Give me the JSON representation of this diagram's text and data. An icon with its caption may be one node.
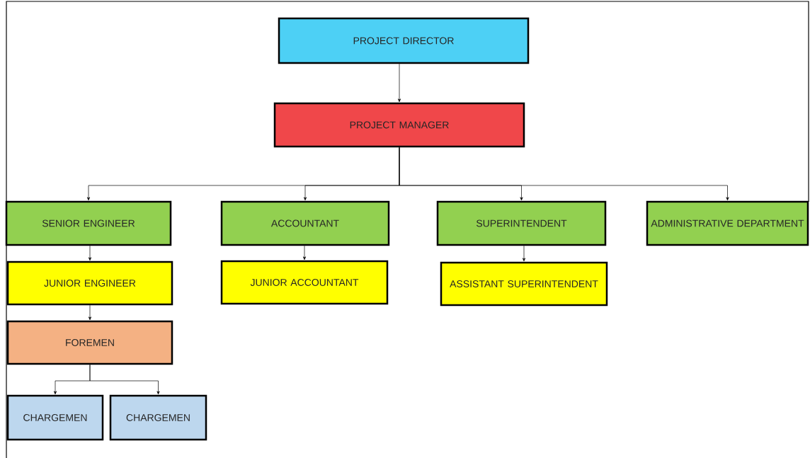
{
  "diagram": {
    "nodes": [
      {
        "text": [
          "PROJECT DIRECTOR"
        ]
      },
      {
        "text": [
          "PROJECT MANAGER"
        ]
      },
      {
        "text": [
          "SENIOR ENGINEER"
        ]
      },
      {
        "text": [
          "ACCOUNTANT"
        ]
      },
      {
        "text": [
          "SUPERINTENDENT"
        ]
      },
      {
        "text": [
          "ADMINISTRATIVE DEPARTMENT"
        ]
      },
      {
        "text": [
          "JUNIOR ENGINEER"
        ]
      },
      {
        "text": [
          "JUNIOR ACCOUNTANT"
        ]
      },
      {
        "text": [
          "ASSISTANT SUPERINTENDENT"
        ]
      },
      {
        "text": [
          "FOREMEN"
        ]
      },
      {
        "text": [
          "CHARGEMEN"
        ]
      },
      {
        "text": [
          "CHARGEMEN"
        ]
      }
    ],
    "edges": [
      {
        "from": 0,
        "to": 1,
        "arrow": "to"
      },
      {
        "from": 1,
        "to": 2,
        "arrow": "to"
      },
      {
        "from": 1,
        "to": 3,
        "arrow": "to"
      },
      {
        "from": 1,
        "to": 4,
        "arrow": "to"
      },
      {
        "from": 1,
        "to": 5,
        "arrow": "to"
      },
      {
        "from": 2,
        "to": 6,
        "arrow": "to"
      },
      {
        "from": 3,
        "to": 7,
        "arrow": "to"
      },
      {
        "from": 4,
        "to": 8,
        "arrow": "to"
      },
      {
        "from": 6,
        "to": 9,
        "arrow": "to"
      },
      {
        "from": 9,
        "to": 10,
        "arrow": "to"
      },
      {
        "from": 9,
        "to": 11,
        "arrow": "to"
      }
    ]
  }
}
